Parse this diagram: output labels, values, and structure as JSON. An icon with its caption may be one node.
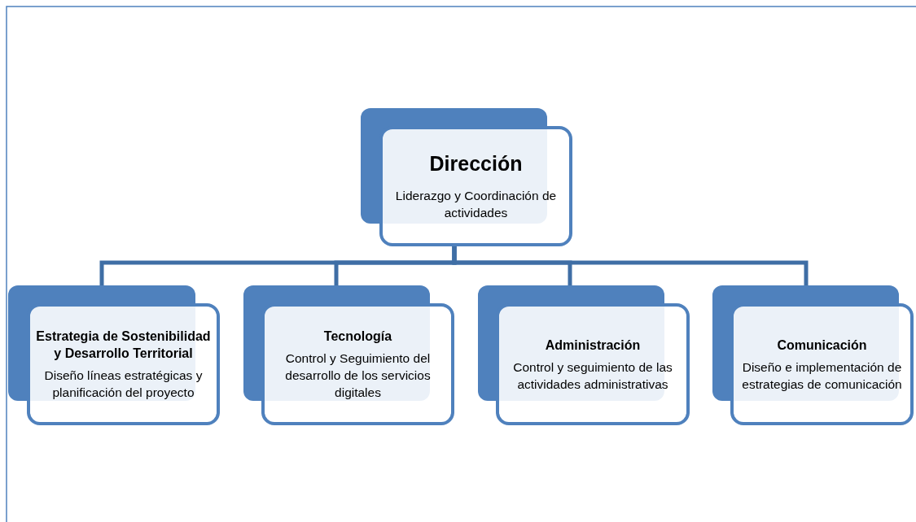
{
  "diagram": {
    "nodes": [
      {
        "text": [
          "Dirección",
          "Liderazgo y Coordinación de actividades"
        ]
      },
      {
        "text": [
          "Estrategia de Sostenibilidad y Desarrollo Territorial",
          "Diseño líneas estratégicas y planificación del proyecto"
        ]
      },
      {
        "text": [
          "Tecnología",
          "Control y Seguimiento del desarrollo de los servicios digitales"
        ]
      },
      {
        "text": [
          "Administración",
          "Control y seguimiento de las actividades administrativas"
        ]
      },
      {
        "text": [
          "Comunicación",
          "Diseño e implementación de estrategias de comunicación"
        ]
      }
    ],
    "edges": [
      {
        "from": 0,
        "to": 1,
        "arrow": "none"
      },
      {
        "from": 0,
        "to": 2,
        "arrow": "none"
      },
      {
        "from": 0,
        "to": 3,
        "arrow": "none"
      },
      {
        "from": 0,
        "to": 4,
        "arrow": "none"
      }
    ]
  }
}
